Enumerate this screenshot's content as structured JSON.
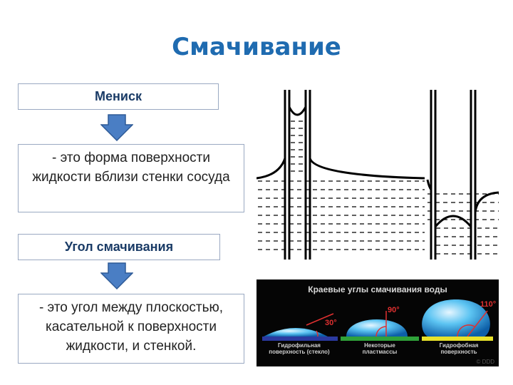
{
  "slide": {
    "title": "Смачивание"
  },
  "meniscus": {
    "label": "Мениск",
    "definition": "- это форма поверхности жидкости вблизи стенки сосуда"
  },
  "contact_angle": {
    "label": "Угол смачивания",
    "definition": "- это угол между плоскостью, касательной к поверхности жидкости, и стенкой."
  },
  "photo": {
    "title": "Краевые углы смачивания воды",
    "angles": [
      "30°",
      "90°",
      "110°"
    ],
    "surfaces": [
      "Гидрофильная поверхность (стекло)",
      "Некоторые пластмассы",
      "Гидрофобная поверхность"
    ],
    "bar_colors": [
      "#2b3aa0",
      "#2fa23a",
      "#e8e22a"
    ],
    "watermark": "© DDD"
  },
  "colors": {
    "title": "#1f6bb0",
    "arrow_fill": "#4a7ec4",
    "arrow_stroke": "#2e5a96",
    "box_border": "#9aa9c2"
  }
}
